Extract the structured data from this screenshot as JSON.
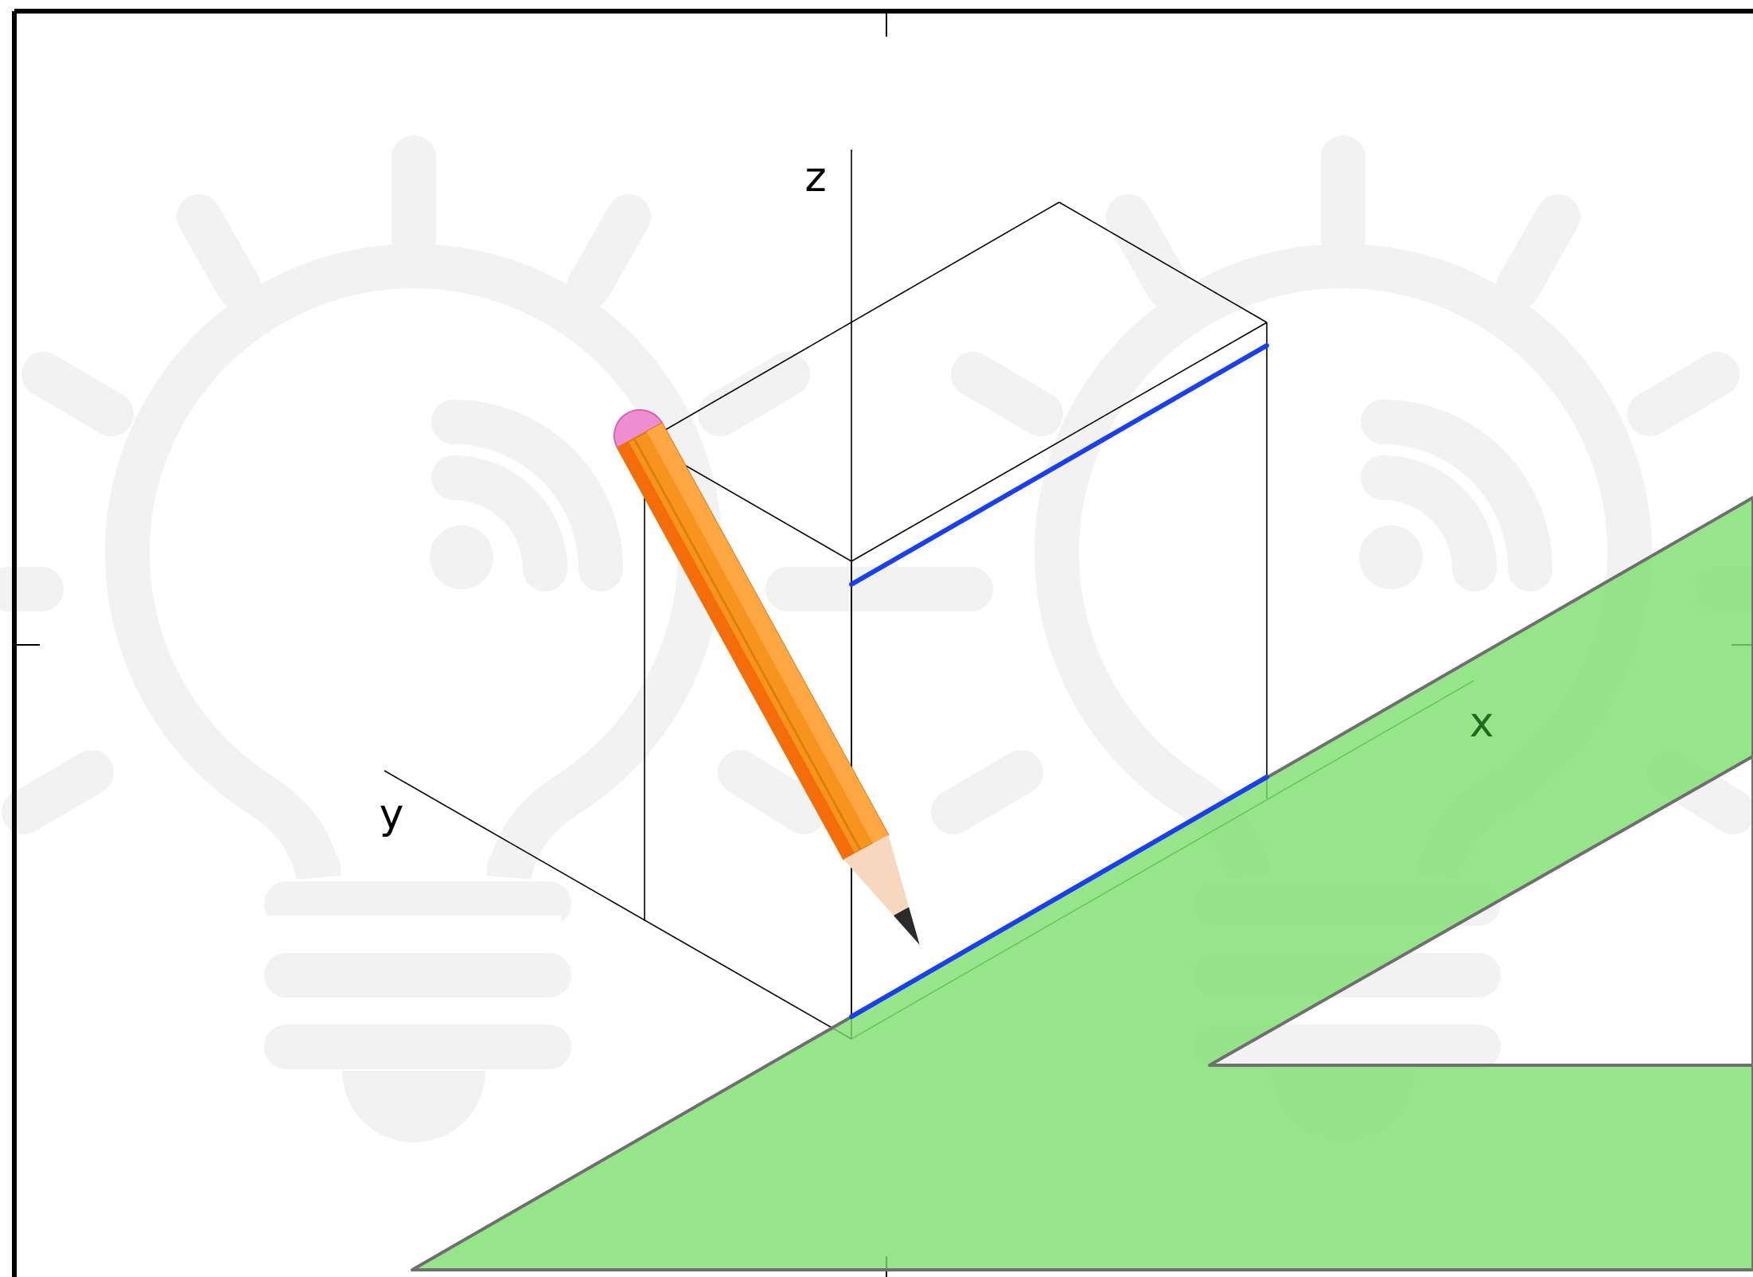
{
  "axes": {
    "x_label": "x",
    "y_label": "y",
    "z_label": "z"
  },
  "colors": {
    "background": "#ffffff",
    "frame": "#000000",
    "bulb_watermark": "#f2f2f2",
    "set_square_fill": "#7ddf6e",
    "set_square_edge": "#6f6f6f",
    "highlight_edges": "#1a3ff0",
    "x_label": "#1e6b1e",
    "pencil_body": "#f7941d",
    "pencil_eraser": "#ee8ed0"
  },
  "icons": {
    "watermark": "light-bulb-icon",
    "tool": "pencil-icon",
    "ruler": "set-square-icon"
  }
}
